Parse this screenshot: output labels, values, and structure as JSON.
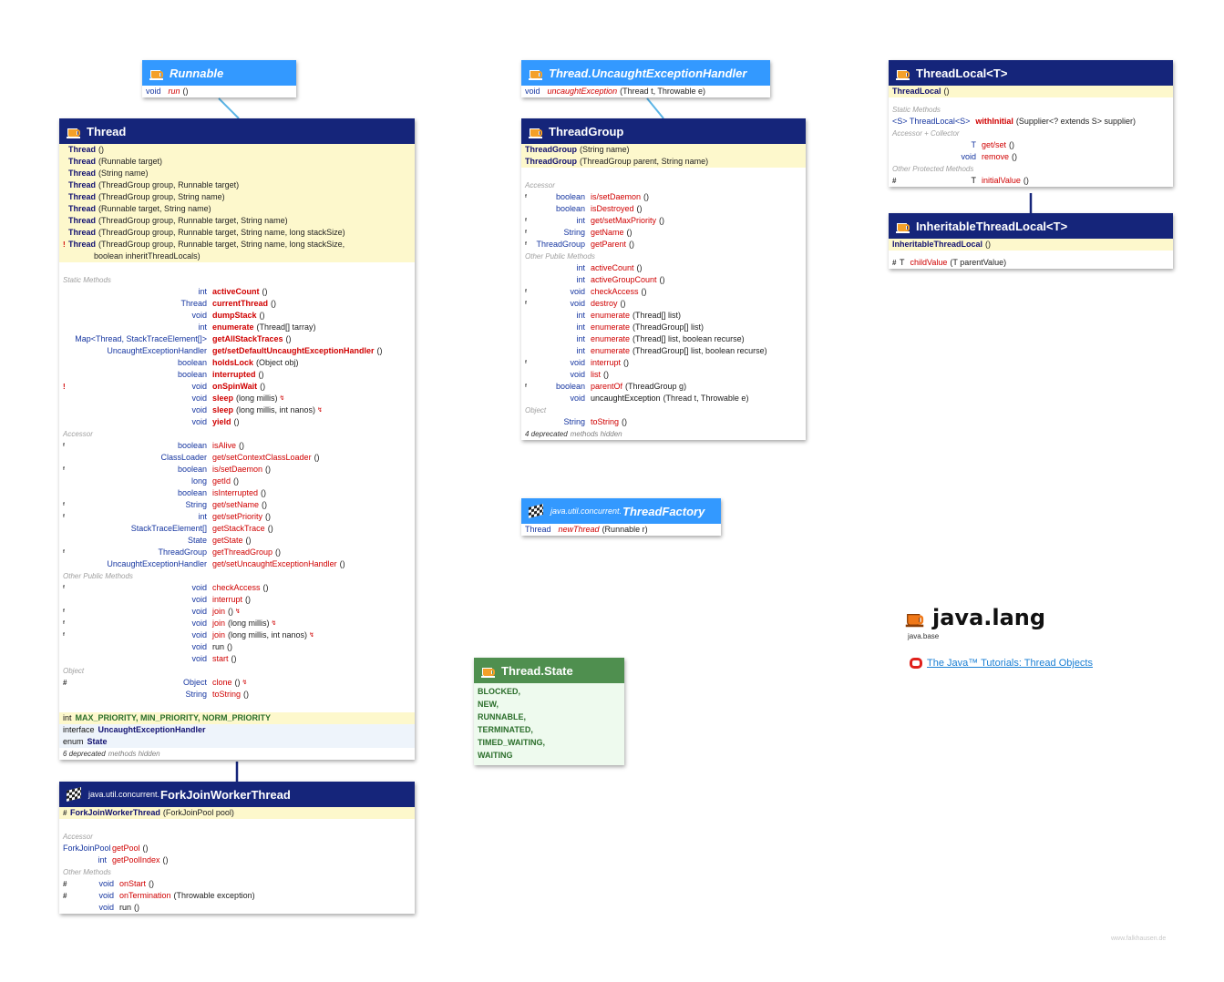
{
  "runnable": {
    "title": "Runnable",
    "rows": [
      {
        "t": "void",
        "n": "run",
        "p": "()"
      }
    ]
  },
  "handler": {
    "title": "Thread.UncaughtExceptionHandler",
    "row": {
      "t": "void",
      "n": "uncaughtException",
      "p": "(Thread t, Throwable e)"
    }
  },
  "threadlocal": {
    "title": "ThreadLocal<T>",
    "ctor": "ThreadLocal",
    "ctor_params": "()",
    "sections": {
      "static": "Static Methods",
      "accessor": "Accessor + Collector",
      "protected": "Other Protected Methods"
    },
    "static_row": {
      "t": "<S> ThreadLocal<S>",
      "n": "withInitial",
      "p": "(Supplier<? extends S> supplier)"
    },
    "acc_rows": [
      {
        "t": "T",
        "n": "get/set",
        "p": "()"
      },
      {
        "t": "void",
        "n": "remove",
        "p": "()"
      }
    ],
    "prot_row": {
      "m": "#",
      "t": "T",
      "n": "initialValue",
      "p": "()"
    }
  },
  "inheritable": {
    "title": "InheritableThreadLocal<T>",
    "ctor": "InheritableThreadLocal",
    "ctor_params": "()",
    "row": {
      "m": "#",
      "t": "T",
      "n": "childValue",
      "p": "(T parentValue)"
    }
  },
  "thread": {
    "title": "Thread",
    "ctors": [
      {
        "m": "",
        "p": "()"
      },
      {
        "m": "",
        "p": "(Runnable target)"
      },
      {
        "m": "",
        "p": "(String name)"
      },
      {
        "m": "",
        "p": "(ThreadGroup group, Runnable target)"
      },
      {
        "m": "",
        "p": "(ThreadGroup group, String name)"
      },
      {
        "m": "",
        "p": "(Runnable target, String name)"
      },
      {
        "m": "",
        "p": "(ThreadGroup group, Runnable target, String name)"
      },
      {
        "m": "",
        "p": "(ThreadGroup group, Runnable target, String name, long stackSize)"
      },
      {
        "m": "!",
        "p": "(ThreadGroup group, Runnable target, String name, long stackSize,"
      }
    ],
    "ctor_name": "Thread",
    "ctor_cont": "boolean inheritThreadLocals)",
    "sections": {
      "static": "Static Methods",
      "accessor": "Accessor",
      "other": "Other Public Methods",
      "object": "Object"
    },
    "static_rows": [
      {
        "m": "",
        "t": "int",
        "n": "activeCount",
        "p": "()",
        "d": ""
      },
      {
        "m": "",
        "t": "Thread",
        "n": "currentThread",
        "p": "()",
        "d": ""
      },
      {
        "m": "",
        "t": "void",
        "n": "dumpStack",
        "p": "()",
        "d": ""
      },
      {
        "m": "",
        "t": "int",
        "n": "enumerate",
        "p": "(Thread[] tarray)",
        "d": ""
      },
      {
        "m": "",
        "t": "Map<Thread, StackTraceElement[]>",
        "n": "getAllStackTraces",
        "p": "()",
        "d": ""
      },
      {
        "m": "",
        "t": "UncaughtExceptionHandler",
        "n": "get/setDefaultUncaughtExceptionHandler",
        "p": "()",
        "d": ""
      },
      {
        "m": "",
        "t": "boolean",
        "n": "holdsLock",
        "p": "(Object obj)",
        "d": ""
      },
      {
        "m": "",
        "t": "boolean",
        "n": "interrupted",
        "p": "()",
        "d": ""
      },
      {
        "m": "!",
        "t": "void",
        "n": "onSpinWait",
        "p": "()",
        "d": ""
      },
      {
        "m": "",
        "t": "void",
        "n": "sleep",
        "p": "(long millis)",
        "d": "↯"
      },
      {
        "m": "",
        "t": "void",
        "n": "sleep",
        "p": "(long millis, int nanos)",
        "d": "↯"
      },
      {
        "m": "",
        "t": "void",
        "n": "yield",
        "p": "()",
        "d": ""
      }
    ],
    "accessor_rows": [
      {
        "m": "ᶠ",
        "t": "boolean",
        "n": "isAlive",
        "p": "()"
      },
      {
        "m": "",
        "t": "ClassLoader",
        "n": "get/setContextClassLoader",
        "p": "()"
      },
      {
        "m": "ᶠ",
        "t": "boolean",
        "n": "is/setDaemon",
        "p": "()"
      },
      {
        "m": "",
        "t": "long",
        "n": "getId",
        "p": "()"
      },
      {
        "m": "",
        "t": "boolean",
        "n": "isInterrupted",
        "p": "()"
      },
      {
        "m": "ᶠ",
        "t": "String",
        "n": "get/setName",
        "p": "()"
      },
      {
        "m": "ᶠ",
        "t": "int",
        "n": "get/setPriority",
        "p": "()"
      },
      {
        "m": "",
        "t": "StackTraceElement[]",
        "n": "getStackTrace",
        "p": "()"
      },
      {
        "m": "",
        "t": "State",
        "n": "getState",
        "p": "()"
      },
      {
        "m": "ᶠ",
        "t": "ThreadGroup",
        "n": "getThreadGroup",
        "p": "()"
      },
      {
        "m": "",
        "t": "UncaughtExceptionHandler",
        "n": "get/setUncaughtExceptionHandler",
        "p": "()"
      }
    ],
    "other_rows": [
      {
        "m": "ᶠ",
        "t": "void",
        "n": "checkAccess",
        "p": "()",
        "d": "",
        "k": false
      },
      {
        "m": "",
        "t": "void",
        "n": "interrupt",
        "p": "()",
        "d": "",
        "k": false
      },
      {
        "m": "ᶠ",
        "t": "void",
        "n": "join",
        "p": "()",
        "d": "↯",
        "k": false
      },
      {
        "m": "ᶠ",
        "t": "void",
        "n": "join",
        "p": "(long millis)",
        "d": "↯",
        "k": false
      },
      {
        "m": "ᶠ",
        "t": "void",
        "n": "join",
        "p": "(long millis, int nanos)",
        "d": "↯",
        "k": false
      },
      {
        "m": "",
        "t": "void",
        "n": "run",
        "p": "()",
        "d": "",
        "k": true
      },
      {
        "m": "",
        "t": "void",
        "n": "start",
        "p": "()",
        "d": "",
        "k": false
      }
    ],
    "object_rows": [
      {
        "m": "#",
        "t": "Object",
        "n": "clone",
        "p": "()",
        "d": "↯"
      },
      {
        "m": "",
        "t": "String",
        "n": "toString",
        "p": "()",
        "d": ""
      }
    ],
    "fields": {
      "type": "int",
      "names": "MAX_PRIORITY, MIN_PRIORITY, NORM_PRIORITY"
    },
    "inner1": {
      "kind": "interface",
      "name": "UncaughtExceptionHandler"
    },
    "inner2": {
      "kind": "enum",
      "name": "State"
    },
    "hidden": {
      "count": "6 deprecated",
      "text": "methods hidden"
    }
  },
  "threadgroup": {
    "title": "ThreadGroup",
    "ctor_name": "ThreadGroup",
    "ctors": [
      "(String name)",
      "(ThreadGroup parent, String name)"
    ],
    "sections": {
      "accessor": "Accessor",
      "other": "Other Public Methods",
      "object": "Object"
    },
    "accessor_rows": [
      {
        "m": "ᶠ",
        "t": "boolean",
        "n": "is/setDaemon",
        "p": "()"
      },
      {
        "m": "",
        "t": "boolean",
        "n": "isDestroyed",
        "p": "()"
      },
      {
        "m": "ᶠ",
        "t": "int",
        "n": "get/setMaxPriority",
        "p": "()"
      },
      {
        "m": "ᶠ",
        "t": "String",
        "n": "getName",
        "p": "()"
      },
      {
        "m": "ᶠ",
        "t": "ThreadGroup",
        "n": "getParent",
        "p": "()"
      }
    ],
    "other_rows": [
      {
        "m": "",
        "t": "int",
        "n": "activeCount",
        "p": "()",
        "k": false
      },
      {
        "m": "",
        "t": "int",
        "n": "activeGroupCount",
        "p": "()",
        "k": false
      },
      {
        "m": "ᶠ",
        "t": "void",
        "n": "checkAccess",
        "p": "()",
        "k": false
      },
      {
        "m": "ᶠ",
        "t": "void",
        "n": "destroy",
        "p": "()",
        "k": false
      },
      {
        "m": "",
        "t": "int",
        "n": "enumerate",
        "p": "(Thread[] list)",
        "k": false
      },
      {
        "m": "",
        "t": "int",
        "n": "enumerate",
        "p": "(ThreadGroup[] list)",
        "k": false
      },
      {
        "m": "",
        "t": "int",
        "n": "enumerate",
        "p": "(Thread[] list, boolean recurse)",
        "k": false
      },
      {
        "m": "",
        "t": "int",
        "n": "enumerate",
        "p": "(ThreadGroup[] list, boolean recurse)",
        "k": false
      },
      {
        "m": "ᶠ",
        "t": "void",
        "n": "interrupt",
        "p": "()",
        "k": false
      },
      {
        "m": "",
        "t": "void",
        "n": "list",
        "p": "()",
        "k": false
      },
      {
        "m": "ᶠ",
        "t": "boolean",
        "n": "parentOf",
        "p": "(ThreadGroup g)",
        "k": false
      },
      {
        "m": "",
        "t": "void",
        "n": "uncaughtException",
        "p": "(Thread t, Throwable e)",
        "k": true
      }
    ],
    "object_rows": [
      {
        "m": "",
        "t": "String",
        "n": "toString",
        "p": "()"
      }
    ],
    "hidden": {
      "count": "4 deprecated",
      "text": "methods hidden"
    }
  },
  "threadfactory": {
    "pkg": "java.util.concurrent.",
    "title": "ThreadFactory",
    "row": {
      "t": "Thread",
      "n": "newThread",
      "p": "(Runnable r)"
    }
  },
  "threadstate": {
    "title": "Thread.State",
    "values": [
      "BLOCKED,",
      "NEW,",
      "RUNNABLE,",
      "TERMINATED,",
      "TIMED_WAITING,",
      "WAITING"
    ]
  },
  "fjwt": {
    "pkg": "java.util.concurrent.",
    "title": "ForkJoinWorkerThread",
    "ctor": {
      "m": "#",
      "n": "ForkJoinWorkerThread",
      "p": "(ForkJoinPool pool)"
    },
    "sections": {
      "accessor": "Accessor",
      "other": "Other Methods"
    },
    "accessor_rows": [
      {
        "m": "",
        "t": "ForkJoinPool",
        "n": "getPool",
        "p": "()"
      },
      {
        "m": "",
        "t": "int",
        "n": "getPoolIndex",
        "p": "()"
      }
    ],
    "other_rows": [
      {
        "m": "#",
        "t": "void",
        "n": "onStart",
        "p": "()",
        "k": false
      },
      {
        "m": "#",
        "t": "void",
        "n": "onTermination",
        "p": "(Throwable exception)",
        "k": false
      },
      {
        "m": "",
        "t": "void",
        "n": "run",
        "p": "()",
        "k": true
      }
    ]
  },
  "package": {
    "name": "java.lang",
    "module": "java.base",
    "tutorial_link": "The Java™ Tutorials: Thread Objects"
  },
  "credit": "www.falkhausen.de",
  "colors": {
    "header_dark": "#15257a",
    "header_light": "#3399ff",
    "header_green": "#4f8f4f",
    "ctor_bg": "#fdf8cc",
    "method_red": "#d00000",
    "type_blue": "#1535a0"
  }
}
